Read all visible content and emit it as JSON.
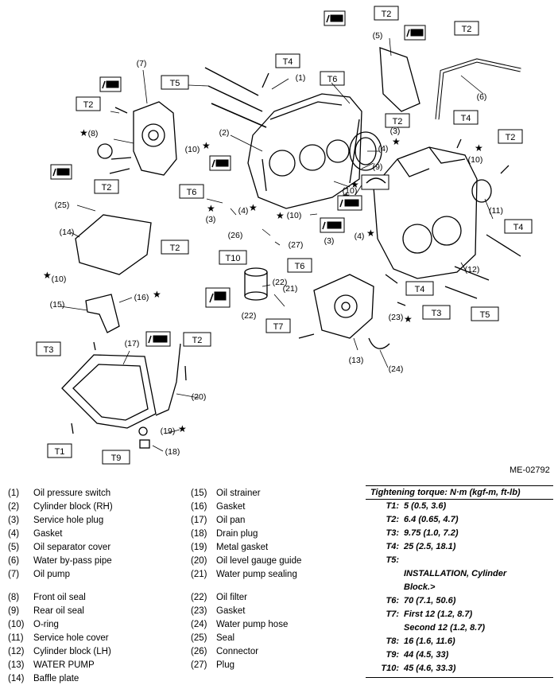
{
  "diagram": {
    "callouts": [
      "(1)",
      "(2)",
      "(3)",
      "(3)",
      "(3)",
      "(4)",
      "(4)",
      "(4)",
      "(5)",
      "(6)",
      "(7)",
      "(8)",
      "(9)",
      "(10)",
      "(10)",
      "(10)",
      "(10)",
      "(10)",
      "(11)",
      "(12)",
      "(13)",
      "(14)",
      "(15)",
      "(16)",
      "(17)",
      "(18)",
      "(19)",
      "(20)",
      "(21)",
      "(22)",
      "(22)",
      "(23)",
      "(24)",
      "(25)",
      "(26)",
      "(27)"
    ],
    "torque_tags": [
      "T2",
      "T2",
      "T2",
      "T2",
      "T2",
      "T2",
      "T2",
      "T2",
      "T3",
      "T4",
      "T4",
      "T4",
      "T5",
      "T5",
      "T6",
      "T6",
      "T6",
      "T7",
      "T9",
      "T10",
      "T1"
    ],
    "figure_code": "ME-02792"
  },
  "legend_left": [
    {
      "num": "(1)",
      "text": "Oil pressure switch"
    },
    {
      "num": "(2)",
      "text": "Cylinder block (RH)"
    },
    {
      "num": "(3)",
      "text": "Service hole plug"
    },
    {
      "num": "(4)",
      "text": "Gasket"
    },
    {
      "num": "(5)",
      "text": "Oil separator cover"
    },
    {
      "num": "(6)",
      "text": "Water by-pass pipe"
    },
    {
      "num": "(7)",
      "text": "Oil pump"
    },
    {
      "num": "(8)",
      "text": "Front oil seal"
    },
    {
      "num": "(9)",
      "text": "Rear oil seal"
    },
    {
      "num": "(10)",
      "text": "O-ring"
    },
    {
      "num": "(11)",
      "text": "Service hole cover"
    },
    {
      "num": "(12)",
      "text": "Cylinder block (LH)"
    },
    {
      "num": "(13)",
      "text": "WATER PUMP"
    },
    {
      "num": "(14)",
      "text": "Baffle plate"
    }
  ],
  "legend_mid": [
    {
      "num": "(15)",
      "text": "Oil strainer"
    },
    {
      "num": "(16)",
      "text": "Gasket"
    },
    {
      "num": "(17)",
      "text": "Oil pan"
    },
    {
      "num": "(18)",
      "text": "Drain plug"
    },
    {
      "num": "(19)",
      "text": "Metal gasket"
    },
    {
      "num": "(20)",
      "text": "Oil level gauge guide"
    },
    {
      "num": "(21)",
      "text": "Water pump sealing"
    },
    {
      "num": "(22)",
      "text": "Oil filter"
    },
    {
      "num": "(23)",
      "text": "Gasket"
    },
    {
      "num": "(24)",
      "text": "Water pump hose"
    },
    {
      "num": "(25)",
      "text": "Seal"
    },
    {
      "num": "(26)",
      "text": "Connector"
    },
    {
      "num": "(27)",
      "text": "Plug"
    }
  ],
  "torque": {
    "title": "Tightening torque: N·m (kgf-m, ft-lb)",
    "rows": [
      {
        "key": "T1:",
        "value": "5 (0.5, 3.6)"
      },
      {
        "key": "T2:",
        "value": "6.4 (0.65, 4.7)"
      },
      {
        "key": "T3:",
        "value": "9.75 (1.0, 7.2)"
      },
      {
        "key": "T4:",
        "value": "25 (2.5, 18.1)"
      },
      {
        "key": "T5:",
        "value": ""
      },
      {
        "key": "",
        "value": "INSTALLATION, Cylinder\nBlock.>"
      },
      {
        "key": "T6:",
        "value": "70 (7.1, 50.6)"
      },
      {
        "key": "T7:",
        "value": "First 12 (1.2, 8.7)\nSecond 12 (1.2, 8.7)"
      },
      {
        "key": "T8:",
        "value": "16 (1.6, 11.6)"
      },
      {
        "key": "T9:",
        "value": "44 (4.5, 33)"
      },
      {
        "key": "T10:",
        "value": "45 (4.6, 33.3)"
      }
    ]
  }
}
